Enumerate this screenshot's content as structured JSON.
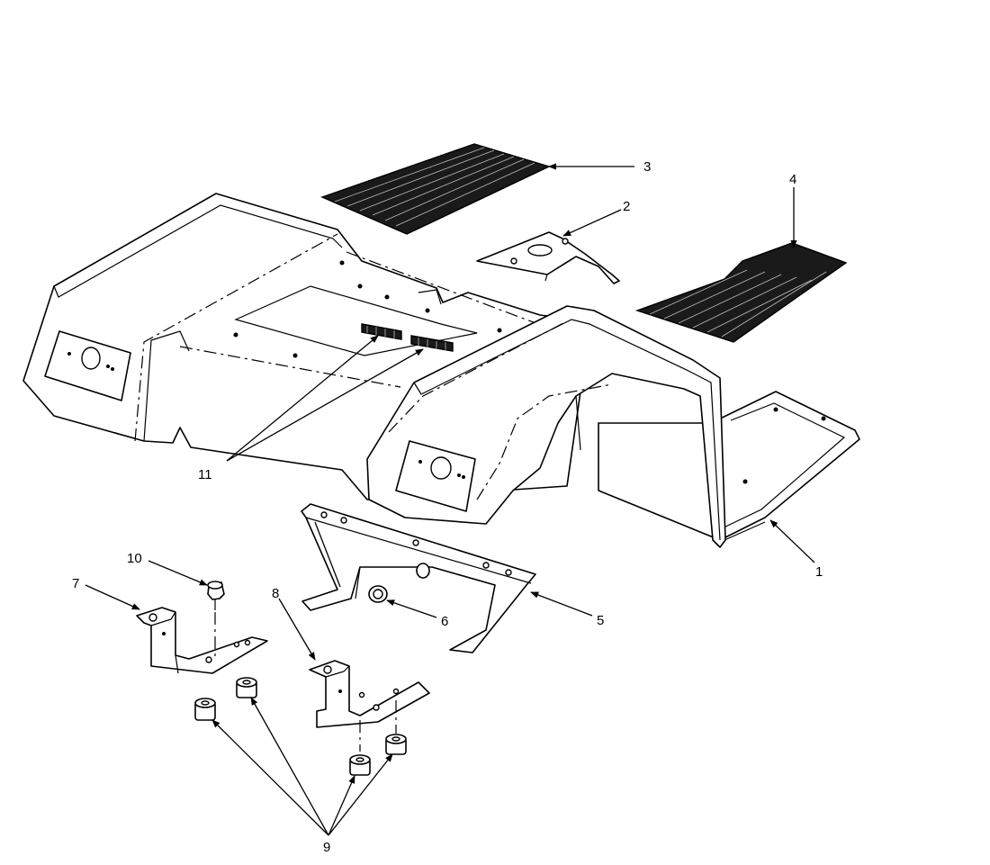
{
  "callouts": {
    "c1": "1",
    "c2": "2",
    "c3": "3",
    "c4": "4",
    "c5": "5",
    "c6": "6",
    "c7": "7",
    "c8": "8",
    "c9": "9",
    "c10": "10",
    "c11": "11"
  },
  "parts": [
    {
      "id": "fender-assembly",
      "callout": "1"
    },
    {
      "id": "center-plate",
      "callout": "2"
    },
    {
      "id": "left-floor-mat",
      "callout": "3"
    },
    {
      "id": "right-floor-mat",
      "callout": "4"
    },
    {
      "id": "lower-mounting-bracket",
      "callout": "5"
    },
    {
      "id": "grommet",
      "callout": "6"
    },
    {
      "id": "left-support-bracket",
      "callout": "7"
    },
    {
      "id": "right-support-bracket",
      "callout": "8"
    },
    {
      "id": "rubber-isolators",
      "callout": "9"
    },
    {
      "id": "bolt",
      "callout": "10"
    },
    {
      "id": "reflectors",
      "callout": "11"
    }
  ]
}
